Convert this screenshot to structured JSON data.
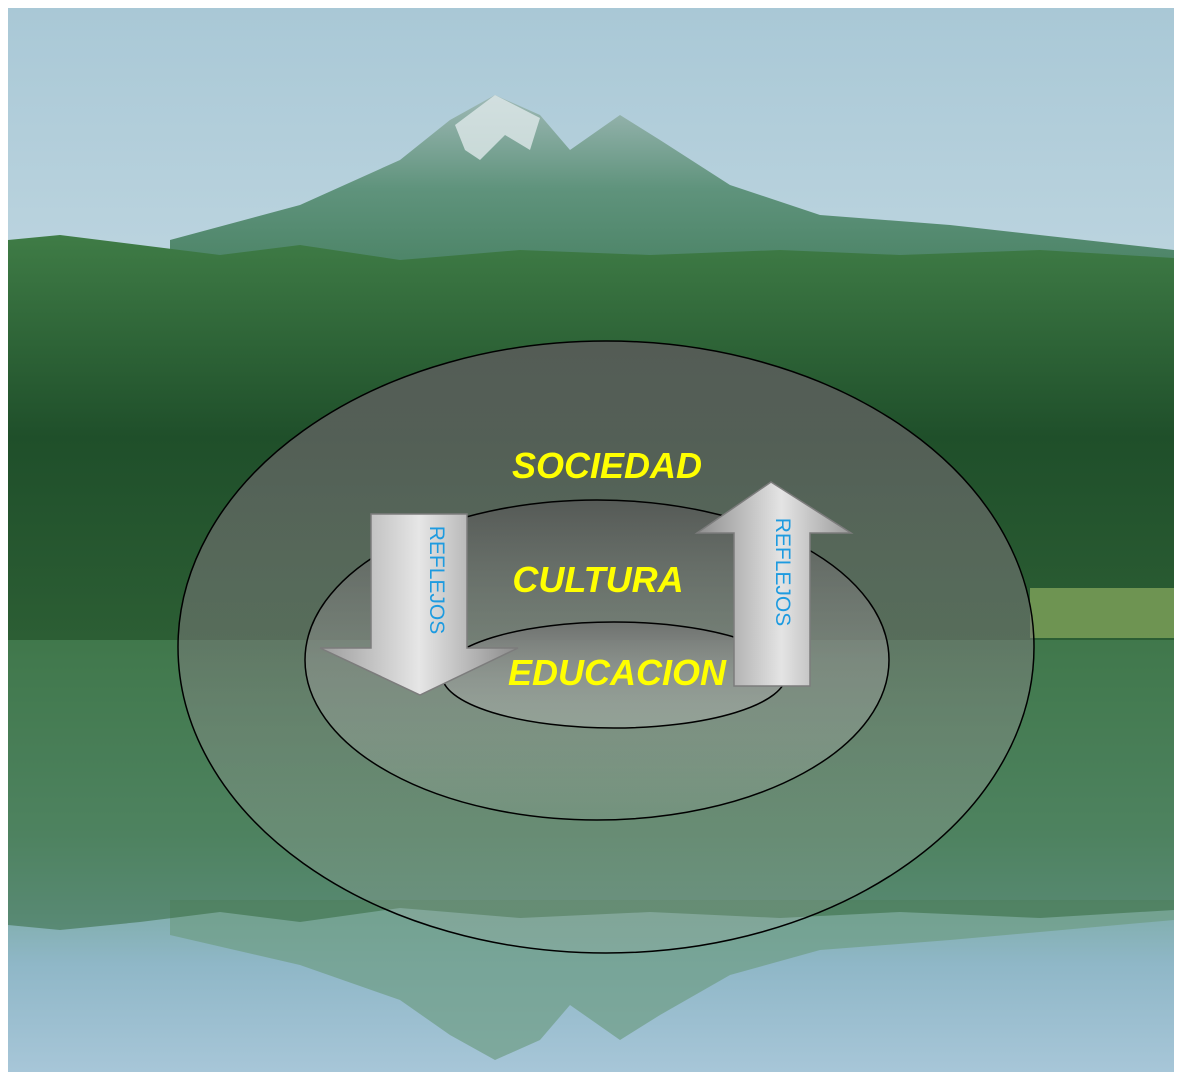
{
  "diagram": {
    "outer_label": "SOCIEDAD",
    "middle_label": "CULTURA",
    "inner_label": "EDUCACION",
    "left_arrow_label": "REFLEJOS",
    "right_arrow_label": "REFLEJOS"
  },
  "colors": {
    "label_yellow": "#ffff00",
    "arrow_text_blue": "#1e9be0",
    "sky_top": "#b9d3de",
    "forest": "#2e6a37",
    "water": "#8fb9d1"
  },
  "background": "mountain-lake-landscape"
}
